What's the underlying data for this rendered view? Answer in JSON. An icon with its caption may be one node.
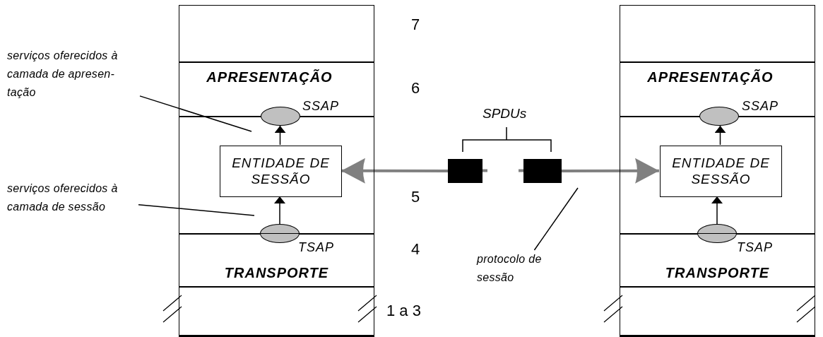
{
  "diagram": {
    "nodes": [
      {
        "text": [],
        "shape": "box"
      },
      {
        "text": [
          "APRESENTAÇÃO"
        ]
      },
      {
        "text": [],
        "shape": "box"
      },
      {
        "text": [],
        "shape": "ellipse",
        "beside": [
          "SSAP"
        ]
      },
      {
        "text": [
          "ENTIDADE DE SESSÃO"
        ],
        "in": 2
      },
      {
        "text": [],
        "shape": "ellipse",
        "beside": [
          "TSAP"
        ]
      },
      {
        "text": [
          "TRANSPORTE"
        ]
      },
      {
        "text": [],
        "shape": "box"
      },
      {
        "text": [],
        "shape": "box"
      },
      {
        "text": [
          "APRESENTAÇÃO"
        ]
      },
      {
        "text": [],
        "shape": "box"
      },
      {
        "text": [],
        "shape": "ellipse",
        "beside": [
          "SSAP"
        ]
      },
      {
        "text": [
          "ENTIDADE DE SESSÃO"
        ],
        "in": 10
      },
      {
        "text": [],
        "shape": "ellipse",
        "beside": [
          "TSAP"
        ]
      },
      {
        "text": [
          "TRANSPORTE"
        ]
      },
      {
        "text": [],
        "shape": "box"
      },
      {
        "text": [],
        "shape": "box"
      },
      {
        "text": [],
        "shape": "box"
      },
      {
        "text": [
          "serviços oferecidos à camada de apresen- tação"
        ]
      },
      {
        "text": [
          "serviços oferecidos à camada de sessão"
        ]
      },
      {
        "text": [
          "protocolo de sessão"
        ]
      }
    ],
    "edges": [
      {
        "from": 4,
        "to": 3,
        "arrow": "to"
      },
      {
        "from": 5,
        "to": 4,
        "arrow": "to"
      },
      {
        "from": 12,
        "to": 11,
        "arrow": "to"
      },
      {
        "from": 13,
        "to": 12,
        "arrow": "to"
      },
      {
        "from": 16,
        "to": 4,
        "arrow": "to",
        "style": "thick",
        "color": "#808080"
      },
      {
        "from": 17,
        "to": 12,
        "arrow": "to",
        "style": "thick",
        "color": "#808080"
      },
      {
        "from": 18,
        "to": null,
        "arrow": "none"
      },
      {
        "from": 19,
        "to": null,
        "arrow": "none"
      },
      {
        "from": 20,
        "to": null,
        "arrow": "none"
      }
    ],
    "labels": [
      "7",
      "6",
      "SPDUs",
      "5",
      "4",
      "1 a 3"
    ]
  }
}
